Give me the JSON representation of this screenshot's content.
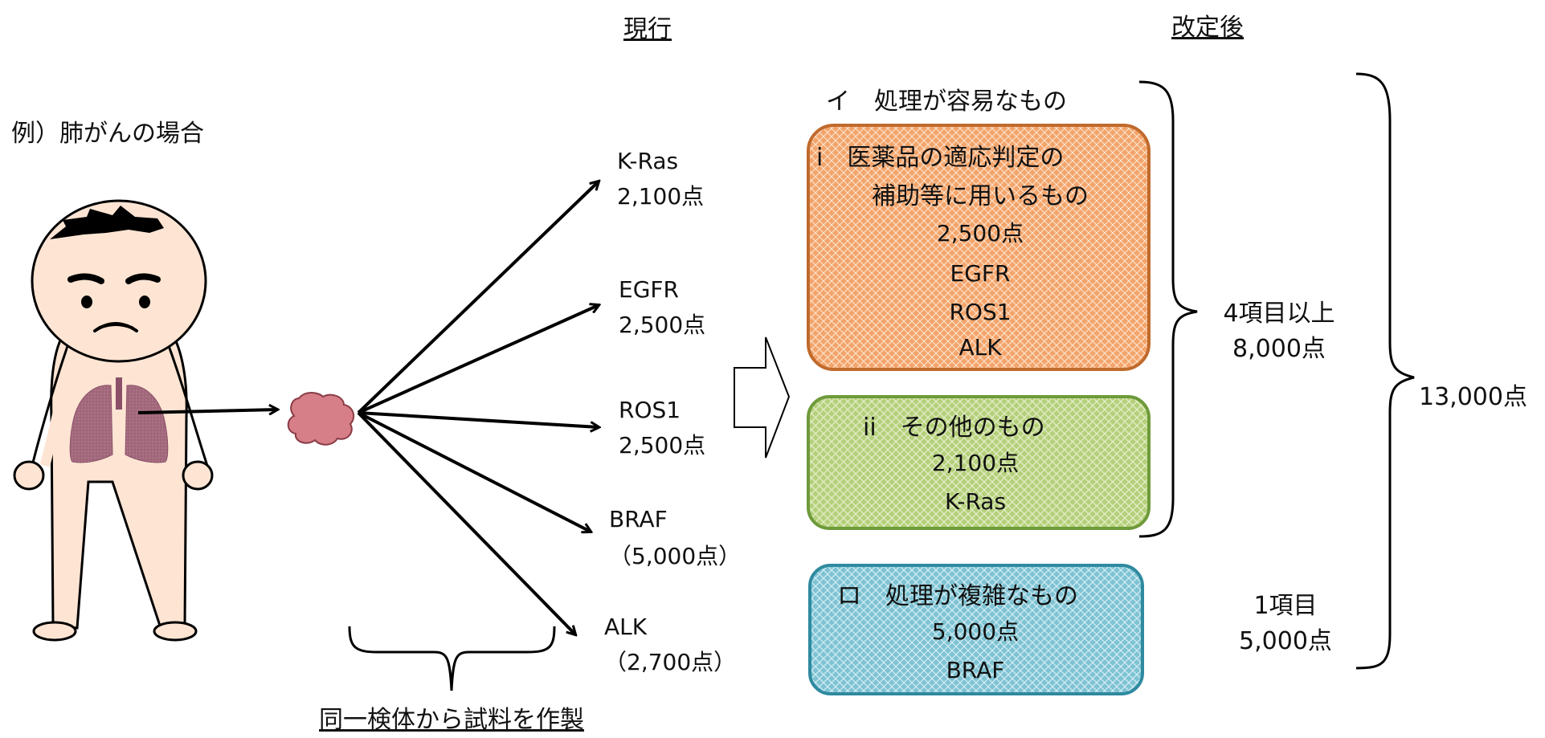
{
  "headings": {
    "current": "現行",
    "revised": "改定後"
  },
  "example_label": "例）肺がんの場合",
  "bottom_caption": "同一検体から試料を作製",
  "current_tests": [
    {
      "name": "K-Ras",
      "points": "2,100点"
    },
    {
      "name": "EGFR",
      "points": "2,500点"
    },
    {
      "name": "ROS1",
      "points": "2,500点"
    },
    {
      "name": "BRAF",
      "points": "（5,000点）"
    },
    {
      "name": "ALK",
      "points": "（2,700点）"
    }
  ],
  "revised": {
    "group_i_title": "イ　処理が容易なもの",
    "box_i": {
      "line1": "i　医薬品の適応判定の",
      "line2": "補助等に用いるもの",
      "points": "2,500点",
      "items": [
        "EGFR",
        "ROS1",
        "ALK"
      ],
      "color": "#f4a46a",
      "border": "#c06a2c"
    },
    "box_ii": {
      "line1": "ii　その他のもの",
      "points": "2,100点",
      "items": [
        "K-Ras"
      ],
      "color": "#b5d07a",
      "border": "#6e9a3a"
    },
    "box_ro": {
      "line1": "ロ　処理が複雑なもの",
      "points": "5,000点",
      "items": [
        "BRAF"
      ],
      "color": "#7ec3d3",
      "border": "#2f8aa0"
    },
    "brace_i_label": {
      "line1": "4項目以上",
      "line2": "8,000点"
    },
    "brace_ro_label": {
      "line1": "1項目",
      "line2": "5,000点"
    },
    "total": "13,000点"
  }
}
